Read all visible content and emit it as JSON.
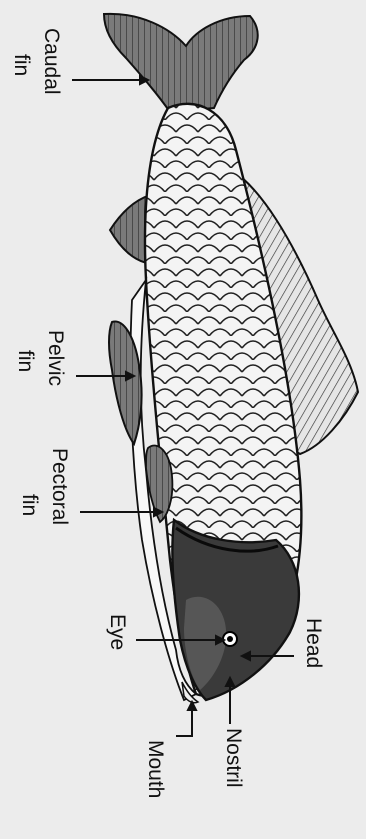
{
  "labels": {
    "caudal": "Caudal",
    "caudal_fin": "fin",
    "pelvic": "Pelvic",
    "pelvic_fin": "fin",
    "pectoral": "Pectoral",
    "pectoral_fin": "fin",
    "eye": "Eye",
    "head": "Head",
    "mouth": "Mouth",
    "nostril": "Nostril"
  },
  "colors": {
    "background": "#ececec",
    "outline": "#111111",
    "scale_fill": "#f4f4f4",
    "fin_fill": "#6e6e6e",
    "head_fill": "#3a3a3a",
    "belly_fill": "#f8f8f8"
  }
}
